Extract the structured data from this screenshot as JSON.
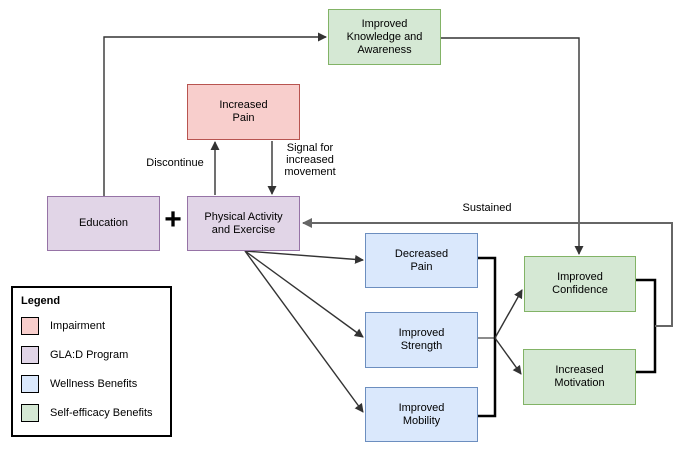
{
  "diagram": {
    "nodes": {
      "improved_knowledge": {
        "label": "Improved\nKnowledge and\nAwareness",
        "category": "Self-efficacy Benefits"
      },
      "increased_pain": {
        "label": "Increased\nPain",
        "category": "Impairment"
      },
      "education": {
        "label": "Education",
        "category": "GLA:D Program"
      },
      "physical_activity": {
        "label": "Physical Activity\nand Exercise",
        "category": "GLA:D Program"
      },
      "decreased_pain": {
        "label": "Decreased\nPain",
        "category": "Wellness Benefits"
      },
      "improved_strength": {
        "label": "Improved\nStrength",
        "category": "Wellness Benefits"
      },
      "improved_mobility": {
        "label": "Improved\nMobility",
        "category": "Wellness Benefits"
      },
      "improved_confidence": {
        "label": "Improved\nConfidence",
        "category": "Self-efficacy Benefits"
      },
      "increased_motivation": {
        "label": "Increased\nMotivation",
        "category": "Self-efficacy Benefits"
      }
    },
    "operator_plus": "+",
    "edge_labels": {
      "discontinue": "Discontinue",
      "signal": "Signal for\nincreased\nmovement",
      "sustained": "Sustained"
    },
    "colors": {
      "impairment_fill": "#f8cecc",
      "impairment_stroke": "#b85450",
      "program_fill": "#e1d5e7",
      "program_stroke": "#9673a6",
      "wellness_fill": "#dae8fc",
      "wellness_stroke": "#6c8ebf",
      "selfefficacy_fill": "#d5e8d4",
      "selfefficacy_stroke": "#82b366",
      "connector": "#333333",
      "sustained_connector": "#666666",
      "bracket": "#000000"
    },
    "legend": {
      "title": "Legend",
      "items": [
        {
          "label": "Impairment",
          "fill": "#f8cecc",
          "stroke": "#b85450"
        },
        {
          "label": "GLA:D Program",
          "fill": "#e1d5e7",
          "stroke": "#9673a6"
        },
        {
          "label": "Wellness Benefits",
          "fill": "#dae8fc",
          "stroke": "#6c8ebf"
        },
        {
          "label": "Self-efficacy Benefits",
          "fill": "#d5e8d4",
          "stroke": "#82b366"
        }
      ]
    }
  }
}
